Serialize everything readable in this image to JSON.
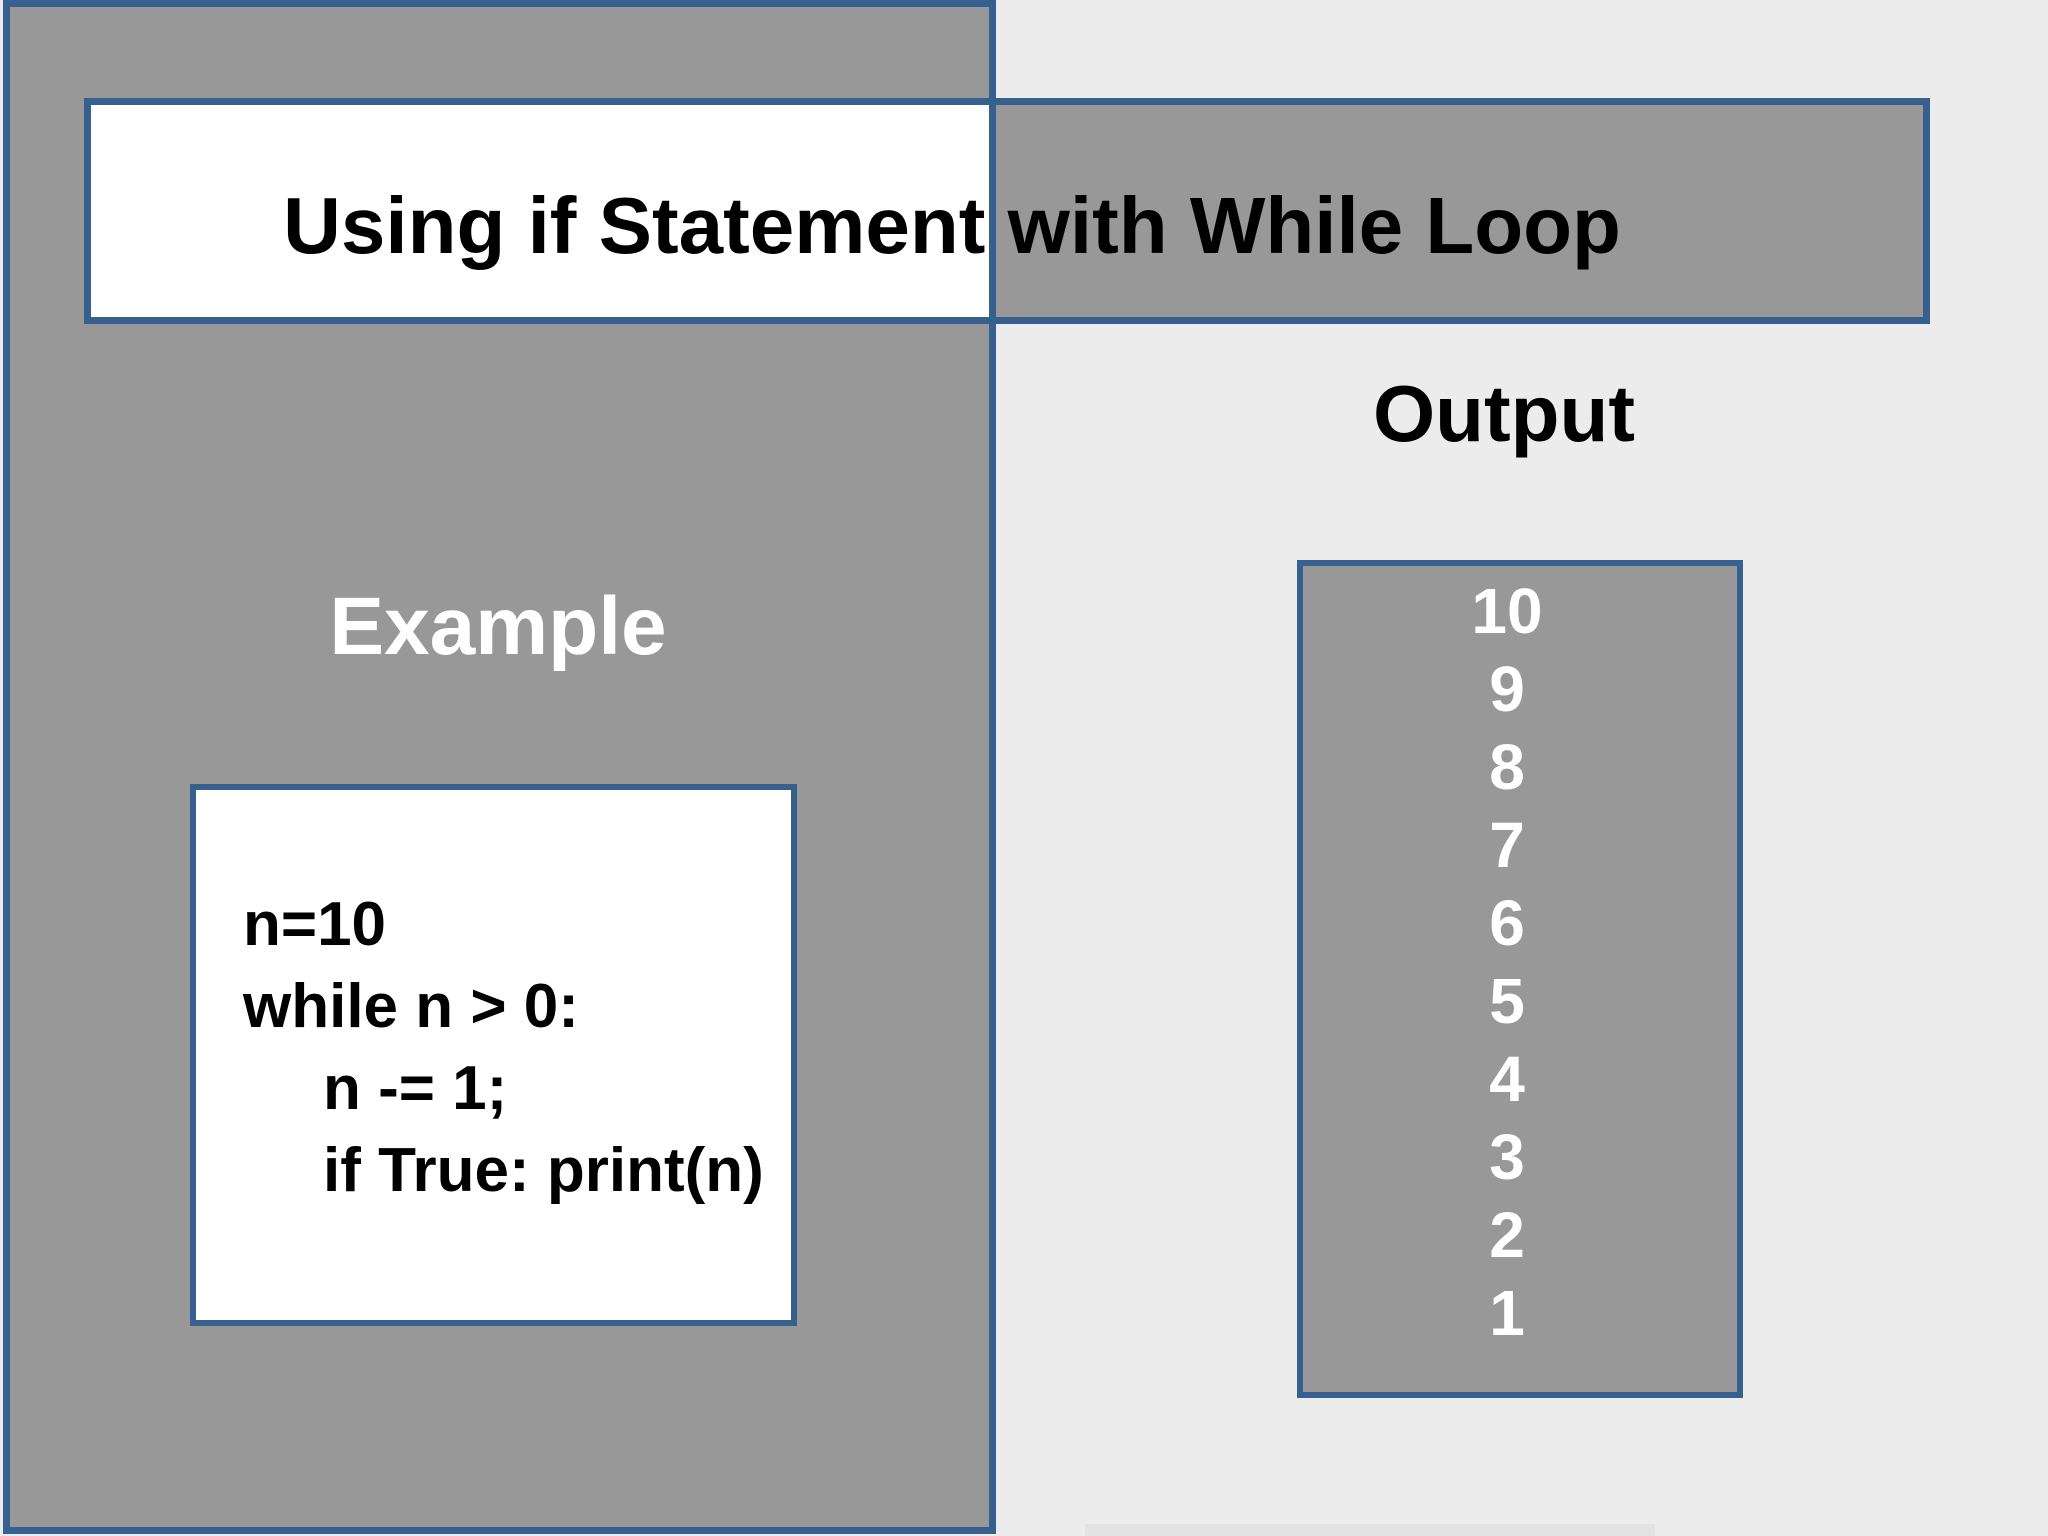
{
  "slide": {
    "title": "Using if Statement with While Loop",
    "example_label": "Example",
    "code_lines": [
      {
        "text": "n=10",
        "indent": false
      },
      {
        "text": "while n > 0:",
        "indent": false
      },
      {
        "text": "n -= 1;",
        "indent": true
      },
      {
        "text": "if True: print(n)",
        "indent": true
      }
    ],
    "output_label": "Output",
    "output_values": [
      "10",
      "9",
      "8",
      "7",
      "6",
      "5",
      "4",
      "3",
      "2",
      "1"
    ],
    "colors": {
      "background": "#ECECEC",
      "panel_gray": "#989898",
      "border_blue": "#36618F",
      "code_bg": "#FFFFFF",
      "text_black": "#000000",
      "text_white": "#FFFFFF"
    }
  }
}
